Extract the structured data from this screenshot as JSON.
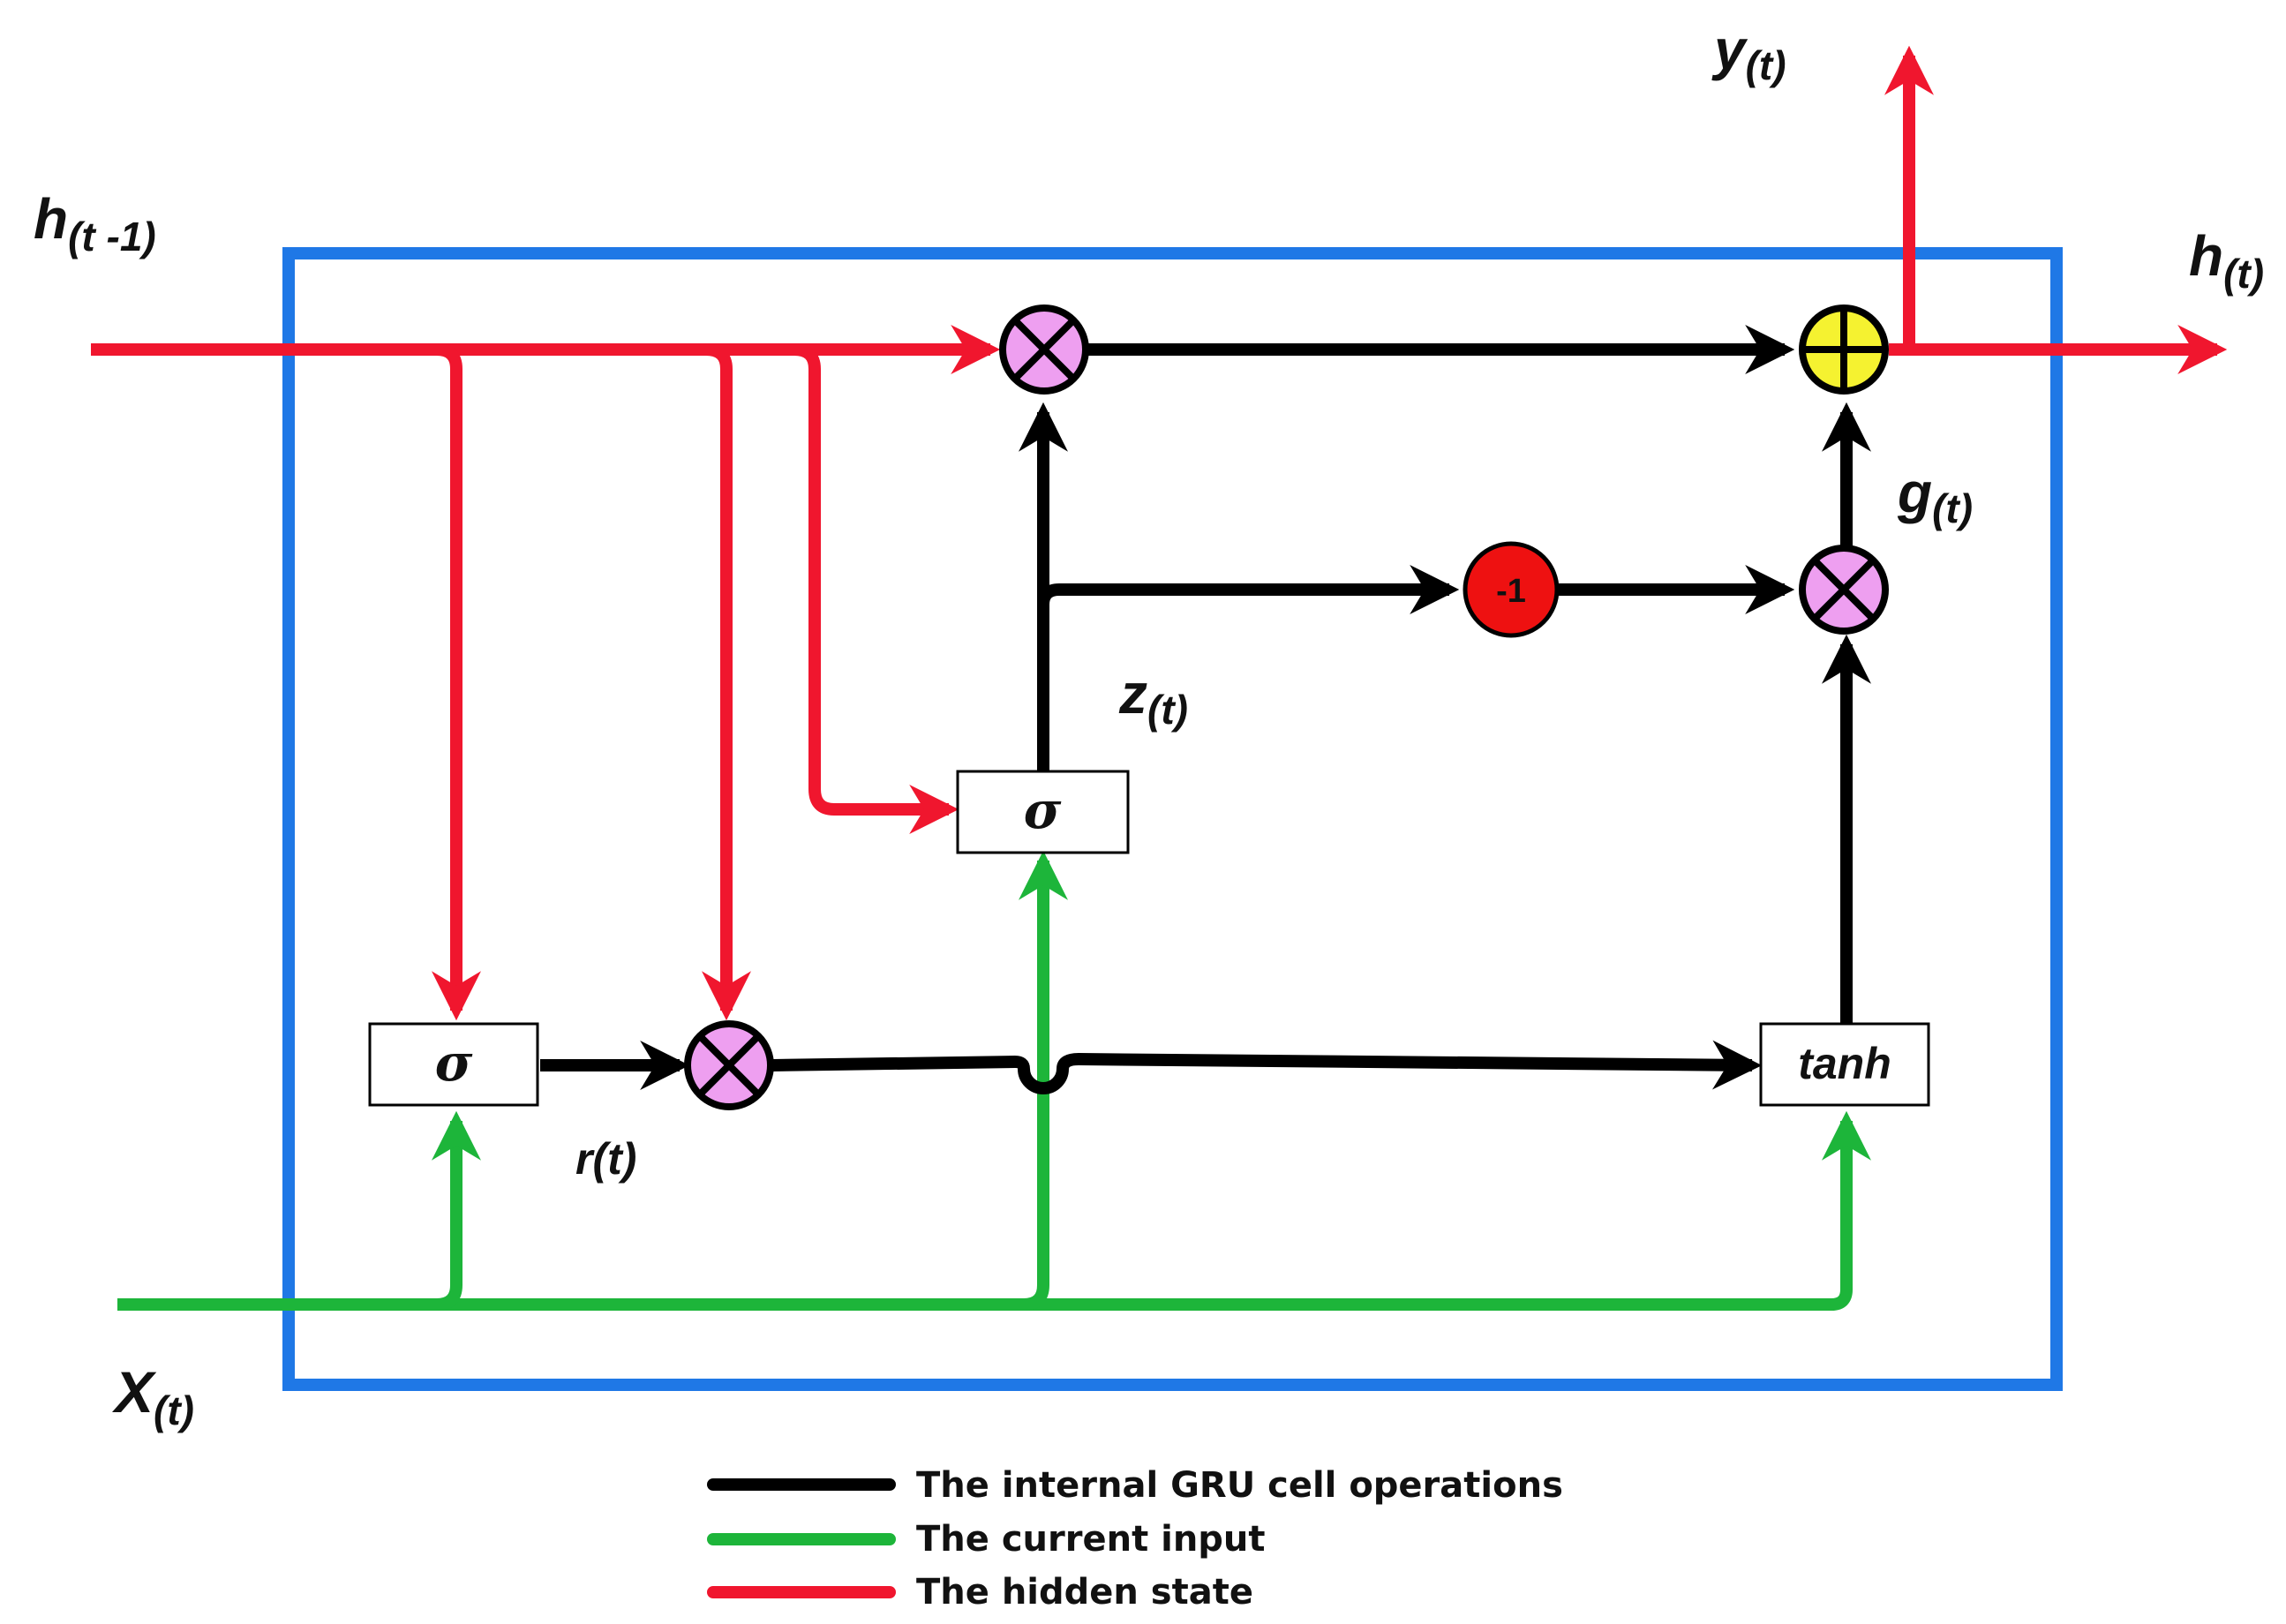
{
  "labels": {
    "h_prev": "h",
    "h_prev_sub": "(t -1)",
    "x_t": "X",
    "x_t_sub": "(t)",
    "y_t": "y",
    "y_t_sub": "(t)",
    "h_t": "h",
    "h_t_sub": "(t)",
    "z_t": "z",
    "z_t_sub": "(t)",
    "r_t": "r(t)",
    "g_t": "g",
    "g_t_sub": "(t)"
  },
  "gates": {
    "reset_sigma": "σ",
    "update_sigma": "σ",
    "tanh": "tanh",
    "neg_one": "-1"
  },
  "operator_symbols": {
    "multiply": "⊗",
    "add": "⊕"
  },
  "legend": [
    {
      "label": "The internal GRU cell operations",
      "color": "#000000"
    },
    {
      "label": "The current input",
      "color": "#1db53a"
    },
    {
      "label": "The hidden state",
      "color": "#f0162e"
    }
  ],
  "colors": {
    "hidden_state": "#f0162e",
    "input": "#1db53a",
    "internal": "#000000",
    "cell_border": "#1f78e6",
    "multiply_node": "#ee9ff0",
    "add_node": "#f5f230",
    "neg_node": "#ee1111"
  }
}
